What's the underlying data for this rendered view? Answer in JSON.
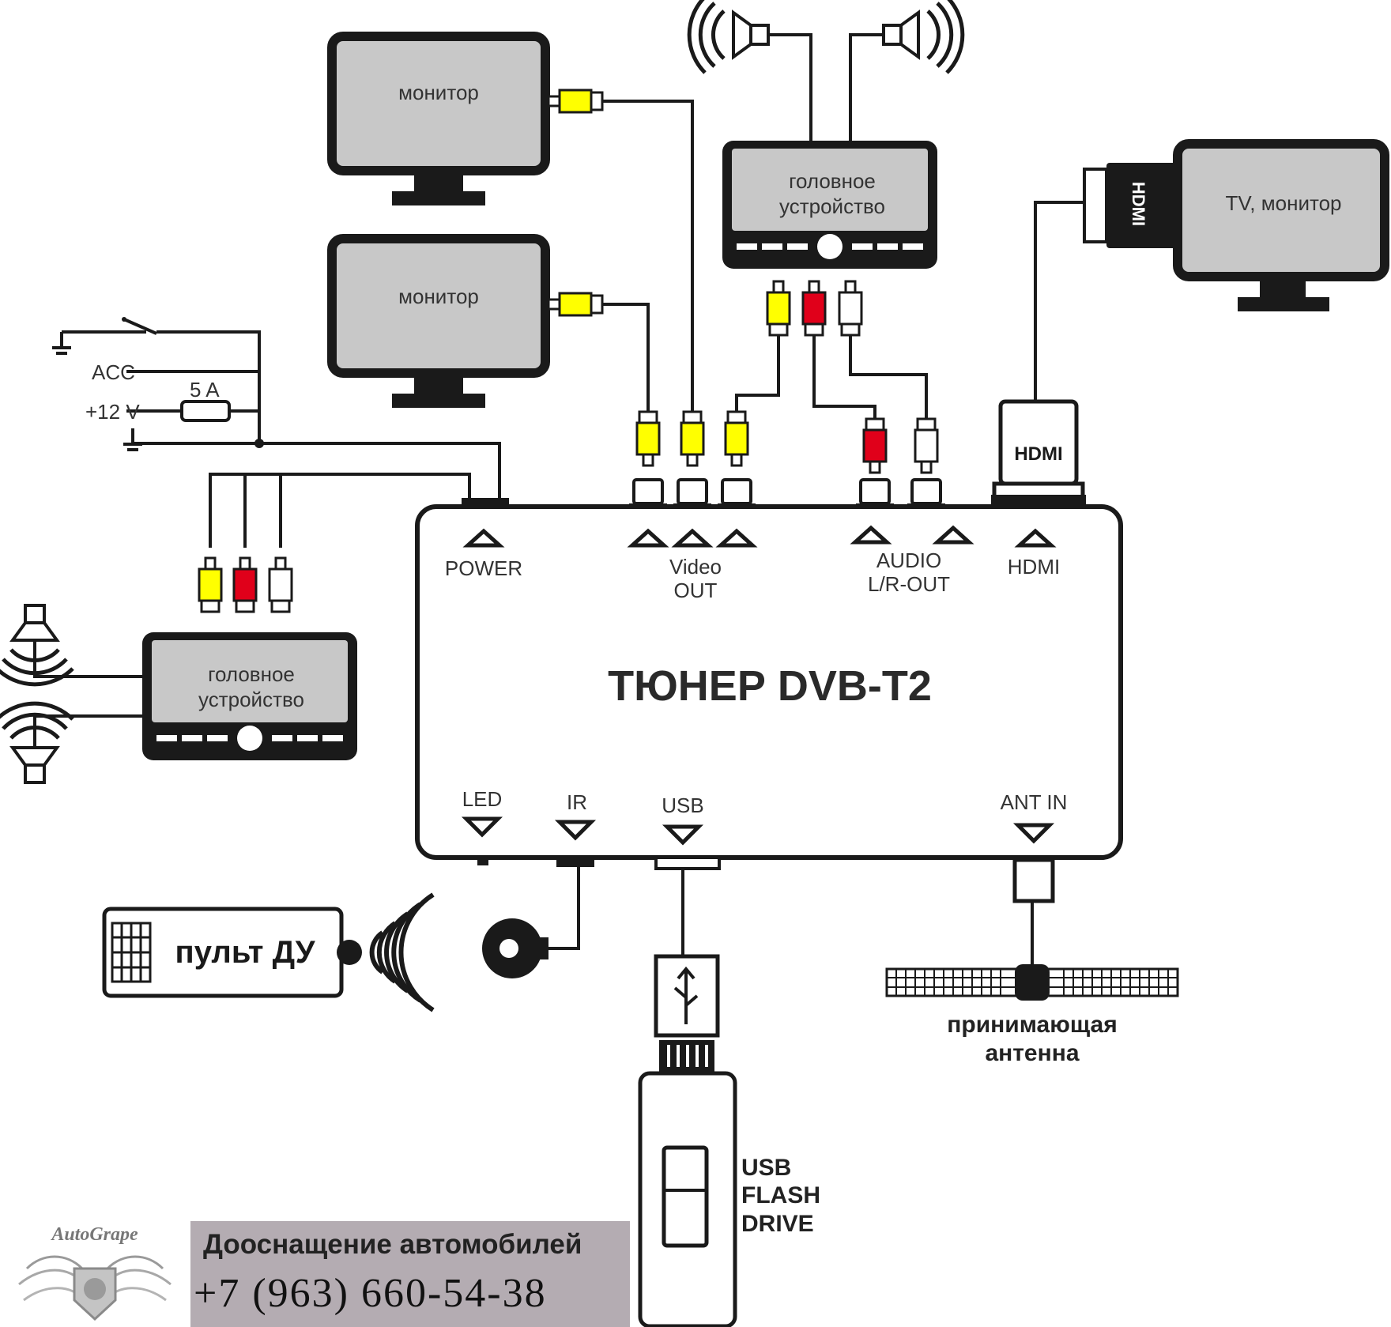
{
  "devices": {
    "monitor_top": "монитор",
    "monitor_mid": "монитор",
    "head_unit_top": [
      "головное",
      "устройство"
    ],
    "head_unit_left": [
      "головное",
      "устройство"
    ],
    "tv": "TV, монитор",
    "tv_hdmi_plug": "HDMI",
    "hdmi_connector": "HDMI",
    "remote": "пульт ДУ",
    "antenna": [
      "принимающая",
      "антенна"
    ],
    "usb_flash": [
      "USB",
      "FLASH",
      "DRIVE"
    ]
  },
  "power": {
    "acc": "ACC",
    "v12": "+12 V",
    "fuse": "5 A"
  },
  "tuner": {
    "title": "ТЮНЕР DVB-T2",
    "ports_top": {
      "power": "POWER",
      "video": [
        "Video",
        "OUT"
      ],
      "audio": [
        "AUDIO",
        "L/R-OUT"
      ],
      "hdmi": "HDMI"
    },
    "ports_bottom": {
      "led": "LED",
      "ir": "IR",
      "usb": "USB",
      "ant": "ANT IN"
    }
  },
  "brand": {
    "logo_name": "AutoGrape",
    "tagline": "Дооснащение автомобилей",
    "phone": "+7 (963) 660-54-38"
  },
  "colors": {
    "yellow": "#ffff00",
    "red": "#e0001a",
    "white": "#ffffff",
    "screen": "#c8c8c8",
    "line": "#1a1a1a",
    "brand_bg": "#b4acb2"
  }
}
